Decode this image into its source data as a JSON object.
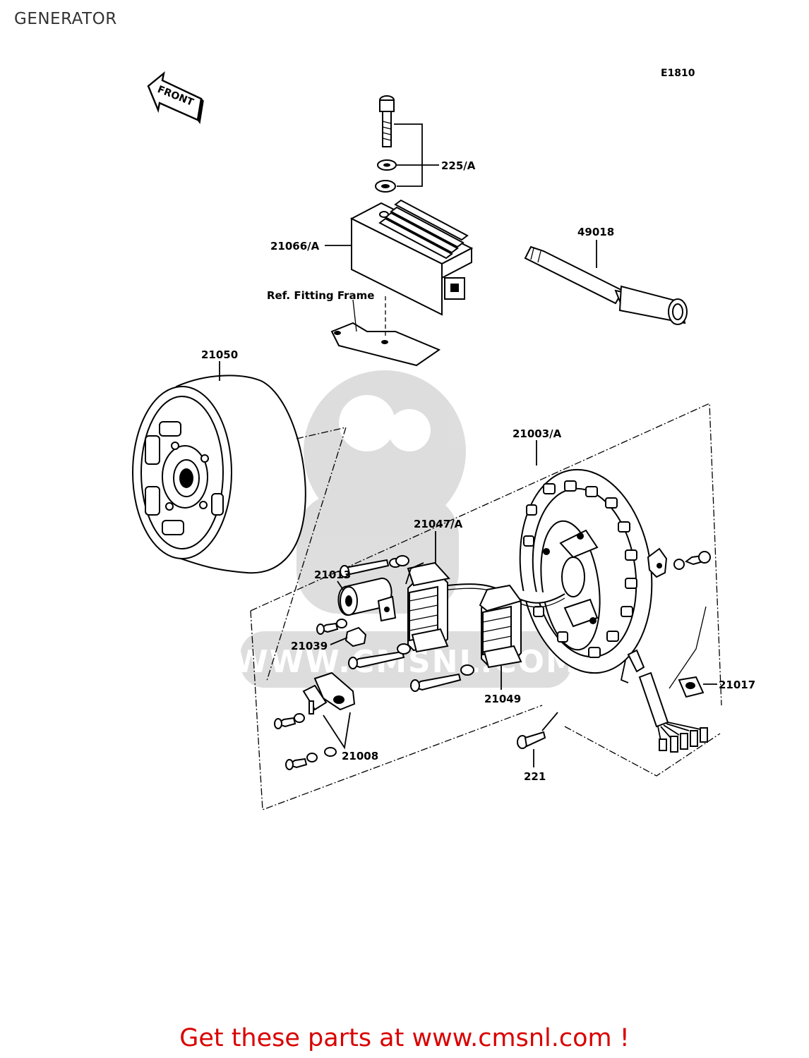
{
  "header": {
    "title": "GENERATOR"
  },
  "diagram": {
    "code": "E1810",
    "front_arrow": "FRONT",
    "labels": {
      "p225": "225/A",
      "p21066": "21066/A",
      "p49018": "49018",
      "ref_frame": "Ref.  Fitting Frame",
      "p21050": "21050",
      "p21003": "21003/A",
      "p21047": "21047/A",
      "p21013": "21013",
      "p21039": "21039",
      "p21049": "21049",
      "p21017": "21017",
      "p21008": "21008",
      "p221": "221"
    },
    "watermark": "WWW.CMSNL.COM"
  },
  "footer": {
    "link_text": "Get these parts at www.cmsnl.com !"
  }
}
